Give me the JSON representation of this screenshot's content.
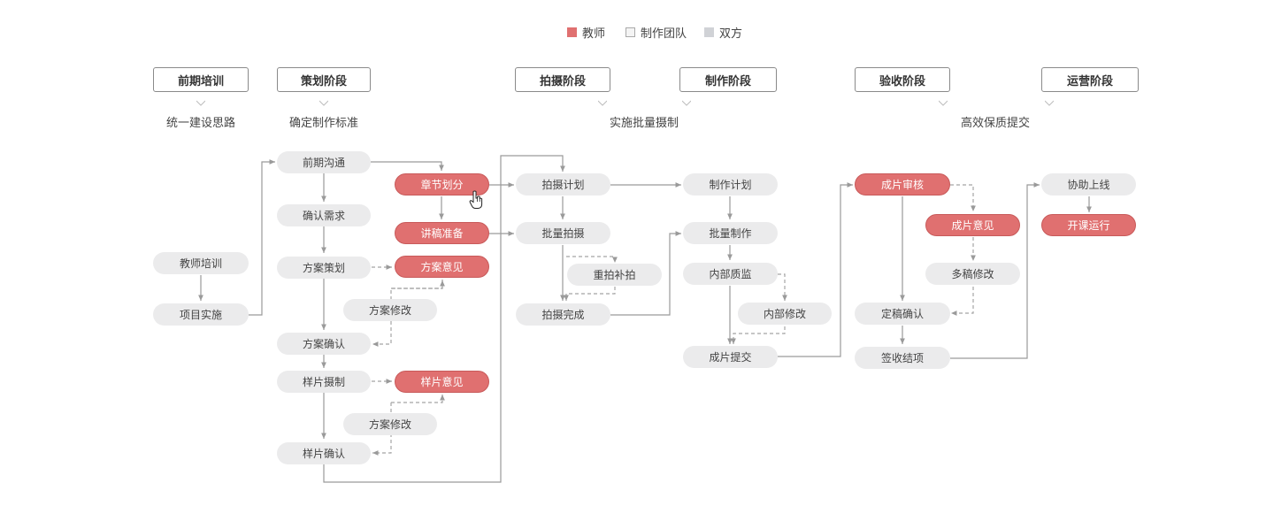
{
  "legend": {
    "teacher": {
      "label": "教师",
      "color": "#e07070"
    },
    "team": {
      "label": "制作团队",
      "color": "#f4f4f4"
    },
    "both": {
      "label": "双方",
      "color": "#d0d2d6"
    }
  },
  "stages": {
    "pretrain": "前期培训",
    "planning": "策划阶段",
    "shooting": "拍摄阶段",
    "production": "制作阶段",
    "acceptance": "验收阶段",
    "operation": "运营阶段"
  },
  "subtitles": {
    "pretrain": "统一建设思路",
    "planning": "确定制作标准",
    "middle": "实施批量摄制",
    "acceptance": "高效保质提交"
  },
  "nodes": {
    "teacher_training": "教师培训",
    "project_implementation": "项目实施",
    "early_communication": "前期沟通",
    "confirm_requirements": "确认需求",
    "plan_design": "方案策划",
    "plan_revision_1": "方案修改",
    "plan_confirm": "方案确认",
    "sample_shoot": "样片摄制",
    "plan_revision_2": "方案修改",
    "sample_confirm": "样片确认",
    "chapter_division": "章节划分",
    "script_prep": "讲稿准备",
    "plan_feedback": "方案意见",
    "sample_feedback": "样片意见",
    "shoot_plan": "拍摄计划",
    "batch_shoot": "批量拍摄",
    "reshoot": "重拍补拍",
    "shoot_complete": "拍摄完成",
    "production_plan": "制作计划",
    "batch_production": "批量制作",
    "internal_qa": "内部质监",
    "internal_revision": "内部修改",
    "film_submit": "成片提交",
    "film_review": "成片审核",
    "film_feedback": "成片意见",
    "multi_revision": "多稿修改",
    "final_confirm": "定稿确认",
    "acceptance_close": "签收结项",
    "assist_launch": "协助上线",
    "course_run": "开课运行"
  }
}
